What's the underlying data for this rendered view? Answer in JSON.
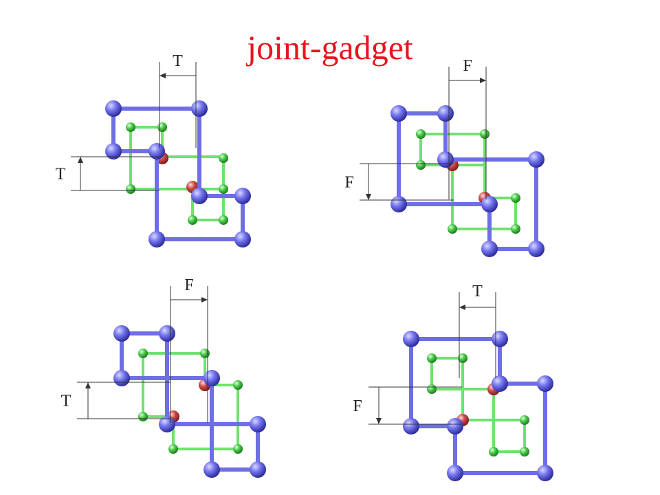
{
  "title": "joint-gadget",
  "colors": {
    "title": "#e8141c",
    "blue_bar": "#6e6ee6",
    "blue_node": "#5a5ae0",
    "green_bar": "#6ee26e",
    "green_node": "#3cc43c",
    "red_node": "#d04a4a",
    "dimension_line": "#333333"
  },
  "panels": [
    {
      "id": "top-left",
      "horizontal_label": "T",
      "vertical_label": "T"
    },
    {
      "id": "top-right",
      "horizontal_label": "F",
      "vertical_label": "F"
    },
    {
      "id": "bottom-left",
      "horizontal_label": "F",
      "vertical_label": "T"
    },
    {
      "id": "bottom-right",
      "horizontal_label": "T",
      "vertical_label": "F"
    }
  ]
}
